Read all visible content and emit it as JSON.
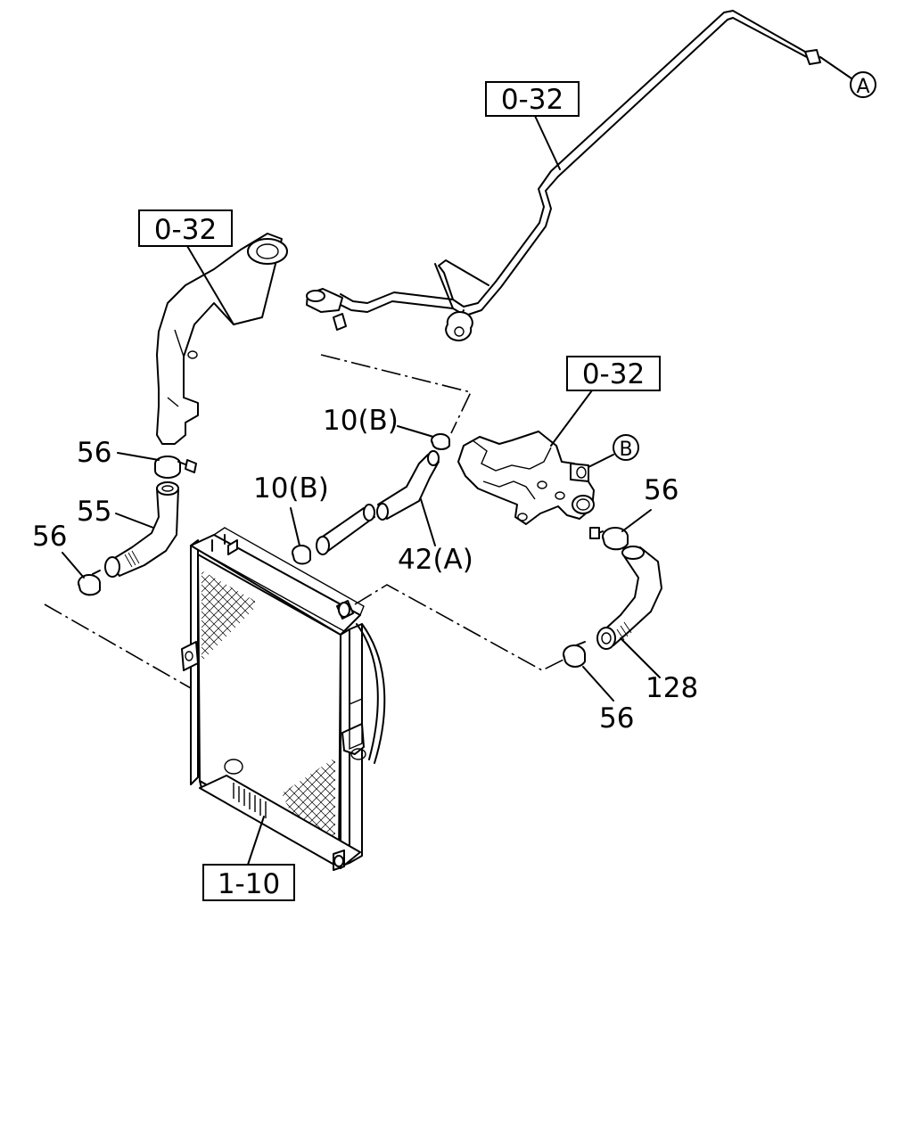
{
  "diagram": {
    "references": {
      "ref_top": "0-32",
      "ref_left": "0-32",
      "ref_right": "0-32",
      "ref_radiator": "1-10"
    },
    "connectors": {
      "a": "A",
      "b": "B"
    },
    "callouts": {
      "c56_upper_left": "56",
      "c55": "55",
      "c56_lower_left": "56",
      "c10b_upper": "10(B)",
      "c10b_lower": "10(B)",
      "c42a": "42(A)",
      "c56_right_upper": "56",
      "c128": "128",
      "c56_right_lower": "56"
    }
  }
}
